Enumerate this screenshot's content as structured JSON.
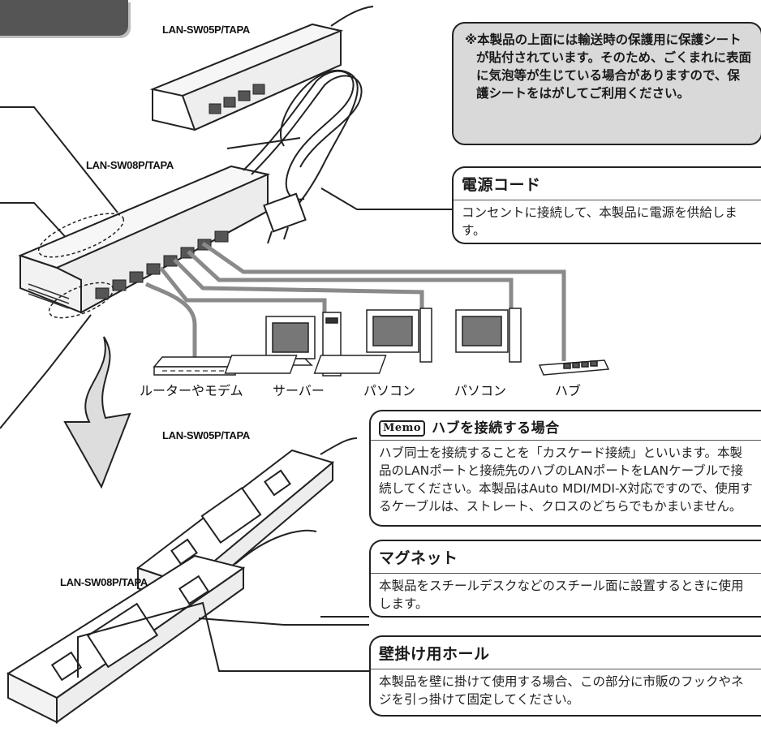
{
  "models": {
    "sw05_top": "LAN-SW05P/TAPA",
    "sw08_top": "LAN-SW08P/TAPA",
    "sw05_bottom": "LAN-SW05P/TAPA",
    "sw08_bottom": "LAN-SW08P/TAPA"
  },
  "note": {
    "text": "※本製品の上面には輸送時の保護用に保護シートが貼付されています。そのため、ごくまれに表面に気泡等が生じている場合がありますので、保護シートをはがしてご利用ください。"
  },
  "power_cord": {
    "title": "電源コード",
    "body": "コンセントに接続して、本製品に電源を供給します。"
  },
  "devices": {
    "router": "ルーターやモデム",
    "server": "サーバー",
    "pc1": "パソコン",
    "pc2": "パソコン",
    "hub": "ハブ"
  },
  "memo": {
    "badge": "Memo",
    "title": "ハブを接続する場合",
    "body": "ハブ同士を接続することを「カスケード接続」といいます。本製品のLANポートと接続先のハブのLANポートをLANケーブルで接続してください。本製品はAuto MDI/MDI-X対応ですので、使用するケーブルは、ストレート、クロスのどちらでもかまいません。"
  },
  "magnet": {
    "title": "マグネット",
    "body": "本製品をスチールデスクなどのスチール面に設置するときに使用します。"
  },
  "wall_hole": {
    "title": "壁掛け用ホール",
    "body": "本製品を壁に掛けて使用する場合、この部分に市販のフックやネジを引っ掛けて固定してください。"
  },
  "colors": {
    "callout_line": "#222222",
    "note_fill": "#d9d9d9",
    "cable": "#888888",
    "tab": "#555555"
  }
}
